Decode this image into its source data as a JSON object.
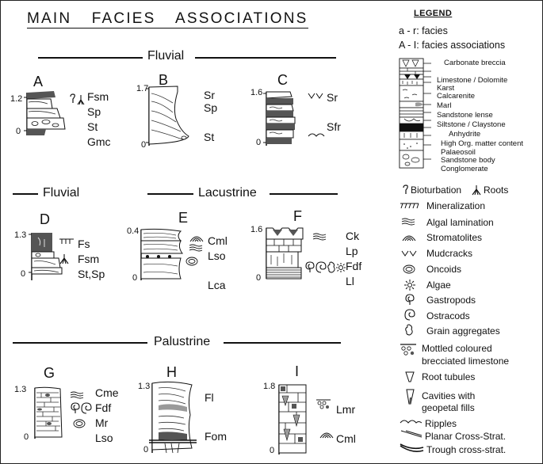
{
  "title": "MAIN FACIES ASSOCIATIONS",
  "sections": {
    "fluvial_top": "Fluvial",
    "fluvial_mid": "Fluvial",
    "lacustrine": "Lacustrine",
    "palustrine": "Palustrine"
  },
  "columns": [
    {
      "letter": "A",
      "scale_top": "1.2",
      "scale_bottom": "0",
      "facies": [
        "Fsm",
        "Sp",
        "St",
        "Gmc"
      ]
    },
    {
      "letter": "B",
      "scale_top": "1.7",
      "scale_bottom": "0",
      "facies": [
        "Sr",
        "Sp",
        "St"
      ]
    },
    {
      "letter": "C",
      "scale_top": "1.6",
      "scale_bottom": "0",
      "facies": [
        "Sr",
        "Sfr"
      ]
    },
    {
      "letter": "D",
      "scale_top": "1.3",
      "scale_bottom": "0",
      "facies": [
        "Fs",
        "Fsm",
        "St,Sp"
      ]
    },
    {
      "letter": "E",
      "scale_top": "0.4",
      "scale_bottom": "0",
      "facies": [
        "Cml",
        "Lso",
        "Lca"
      ]
    },
    {
      "letter": "F",
      "scale_top": "1.6",
      "scale_bottom": "0",
      "facies": [
        "Ck",
        "Lp",
        "Fdf",
        "Ll"
      ]
    },
    {
      "letter": "G",
      "scale_top": "1.3",
      "scale_bottom": "0",
      "facies": [
        "Cme",
        "Fdf",
        "Mr",
        "Lso"
      ]
    },
    {
      "letter": "H",
      "scale_top": "1.3",
      "scale_bottom": "0",
      "facies": [
        "Fl",
        "Fom"
      ]
    },
    {
      "letter": "I",
      "scale_top": "1.8",
      "scale_bottom": "0",
      "facies": [
        "Lmr",
        "Cml"
      ]
    }
  ],
  "legend": {
    "title": "LEGEND",
    "key_facies": "a - r: facies",
    "key_associations": "A - I: facies associations",
    "lithologies": [
      "Carbonate breccia",
      "Limestone / Dolomite",
      "Karst",
      "Calcarenite",
      "Marl",
      "Sandstone lense",
      "Siltstone / Claystone",
      "Anhydrite",
      "High Org. matter content",
      "Palaeosoil",
      "Sandstone body",
      "Conglomerate"
    ],
    "bioturbation": "Bioturbation",
    "roots": "Roots",
    "symbols": [
      "Mineralization",
      "Algal lamination",
      "Stromatolites",
      "Mudcracks",
      "Oncoids",
      "Algae",
      "Gastropods",
      "Ostracods",
      "Grain aggregates"
    ],
    "mottled_line1": "Mottled coloured",
    "mottled_line2": "brecciated limestone",
    "symbols2": [
      "Root tubules"
    ],
    "cavities_line1": "Cavities with",
    "cavities_line2": "geopetal fills",
    "structures": [
      "Ripples",
      "Planar Cross-Strat.",
      "Trough cross-strat."
    ]
  },
  "colors": {
    "ink": "#111111",
    "shade": "#555555",
    "light_shade": "#9a9a9a",
    "paper": "#ffffff"
  }
}
